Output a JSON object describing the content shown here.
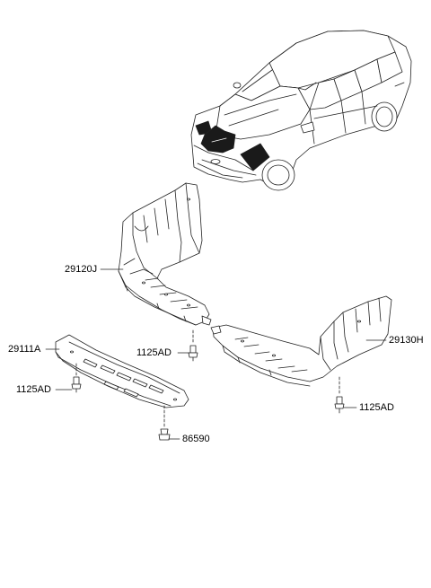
{
  "parts": {
    "label_29120J": "29120J",
    "label_29111A": "29111A",
    "label_1125AD_center": "1125AD",
    "label_1125AD_left": "1125AD",
    "label_29130H": "29130H",
    "label_1125AD_right": "1125AD",
    "label_86590": "86590"
  },
  "colors": {
    "line": "#222222",
    "fill": "#ffffff",
    "dark": "#1a1a1a",
    "shade": "#bfbfbf"
  }
}
